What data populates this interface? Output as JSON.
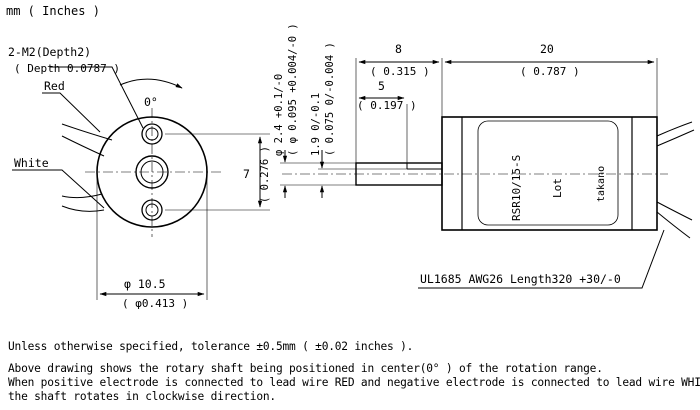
{
  "units_header": "mm ( Inches )",
  "front_view": {
    "hole_callout": "2-M2(Depth2)",
    "hole_callout_inch": "( Depth 0.0787 )",
    "lead_red": "Red",
    "lead_white": "White",
    "zero_angle": "0°",
    "height_mm": "7",
    "height_in": "( 0.276 )",
    "diameter_mm": "φ 10.5",
    "diameter_in": "( φ0.413 )"
  },
  "side_view": {
    "shaft_dia_mm": "φ 2.4 +0.1/-0",
    "shaft_dia_in": "( φ 0.095 +0.004/-0 )",
    "flat_mm": "1.9 0/-0.1",
    "flat_in": "( 0.075 0/-0.004 )",
    "shaft_len_mm": "8",
    "shaft_len_in": "( 0.315 )",
    "flat_len_mm": "5",
    "flat_len_in": "( 0.197 )",
    "body_len_mm": "20",
    "body_len_in": "( 0.787 )",
    "body_label_1": "RSR10/15-S",
    "body_label_2": "Lot",
    "body_label_3": "takano",
    "wire_spec": "UL1685 AWG26 Length320 +30/-0"
  },
  "notes": {
    "tolerance": "Unless otherwise specified, tolerance ±0.5mm ( ±0.02 inches ).",
    "line1": "Above drawing shows the rotary shaft being positioned in center(0° ) of the rotation range.",
    "line2": "When positive electrode is connected to lead wire RED and negative electrode is connected to lead wire WHITE,",
    "line3": "the shaft rotates in clockwise direction."
  }
}
